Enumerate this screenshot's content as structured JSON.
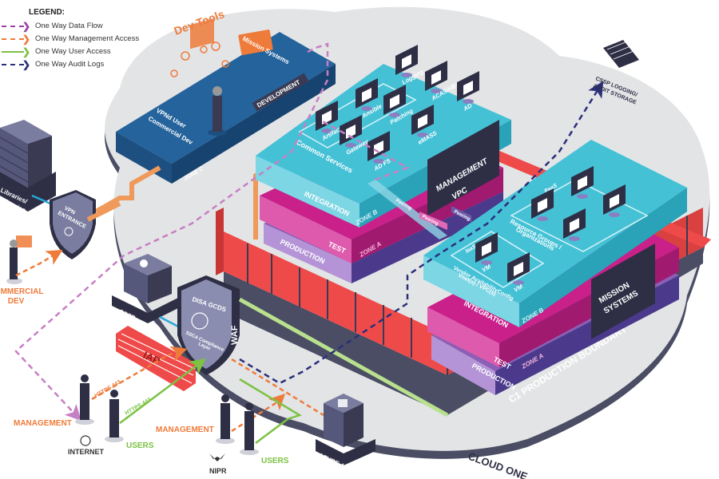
{
  "legend": {
    "title": "LEGEND:",
    "items": [
      {
        "label": "One Way Data Flow",
        "style": "dashed",
        "color": "#9b3fa8"
      },
      {
        "label": "One Way Management Access",
        "style": "dashed",
        "color": "#ef7b3a"
      },
      {
        "label": "One Way User Access",
        "style": "solid",
        "color": "#7cc243"
      },
      {
        "label": "One Way Audit Logs",
        "style": "dashed",
        "color": "#2b2f7a"
      }
    ]
  },
  "colors": {
    "cloud": "#e3e4e6",
    "cloud_edge": "#4a4d63",
    "integration": "#45c1d6",
    "integration_side": "#2aa2b8",
    "test": "#c9208a",
    "test_side": "#a01a70",
    "production": "#8a5fb5",
    "production_side": "#4b3a8c",
    "boundary": "#ef4a4a",
    "dev_platform": "#24639b",
    "server": "#55587a",
    "panel": "#2e2f45",
    "mgmt": "#ef7b3a",
    "data": "#c77fc4",
    "user": "#7cc243",
    "audit": "#2b2f7a"
  },
  "cloud": {
    "label": "CLOUD ONE"
  },
  "boundary": {
    "label": "C1 PRODUCTION BOUNDARY"
  },
  "zone_c": {
    "zone_label": "ZONE C",
    "env_label": "DEVELOPMENT",
    "dev_tools_label": "Dev Tools",
    "mission_systems_label": "Mission Systems",
    "user_label_line1": "VPNd User",
    "user_label_line2": "Commercial Dev"
  },
  "management_stack": {
    "layers": [
      "INTEGRATION",
      "TEST",
      "PRODUCTION"
    ],
    "zone_b": "ZONE B",
    "zone_a": "ZONE A",
    "group_label": "Common Services",
    "services": [
      "Artifacts",
      "Ansible",
      "Logging",
      "Gateway",
      "Patching",
      "ACAS/HBSS",
      "AD FS",
      "eMASS",
      "AD"
    ],
    "vpc_label_line1": "MANAGEMENT",
    "vpc_label_line2": "VPC",
    "peering_labels": [
      "Peering",
      "Peering",
      "Peering"
    ]
  },
  "mission_stack": {
    "layers": [
      "INTEGRATION",
      "TEST",
      "PRODUCTION"
    ],
    "zone_b": "ZONE B",
    "zone_a": "ZONE A",
    "paas_label": "PaaS",
    "iaas_label": "IaaS",
    "vm_labels": [
      "VM",
      "VM"
    ],
    "resource_groups_line1": "Resource Groups /",
    "resource_groups_line2": "Organizations",
    "vendor_line1": "Vendor AvailabilityConfig",
    "vendor_line2": "Vnet(s) / VPC(s)",
    "panel_line1": "MISSION",
    "panel_line2": "SYSTEMS"
  },
  "external": {
    "libraries_line1": "Libraries/",
    "libraries_line2": "Libraries",
    "vpn_line1": "VPN",
    "vpn_line2": "ENTRANCE",
    "commercial_dev_line1": "COMMERCIAL",
    "commercial_dev_line2": "DEV",
    "cssp": "CSSP",
    "disa_line1": "DISA GCDS",
    "disa_line2": "SSCA Compliance",
    "disa_line3": "Layer",
    "waf": "WAF",
    "iap": "IAP",
    "https_mgmt": "HTTPS 443",
    "https_user": "HTTPS 443",
    "internet_management": "MANAGEMENT",
    "internet": "INTERNET",
    "internet_users": "USERS",
    "nipr_management": "MANAGEMENT",
    "nipr": "NIPR",
    "nipr_users": "USERS",
    "azure_ad": "AZURE AD",
    "cssp_logging_line1": "CSSP LOGGING/",
    "cssp_logging_line2": "AUDIT STORAGE"
  }
}
